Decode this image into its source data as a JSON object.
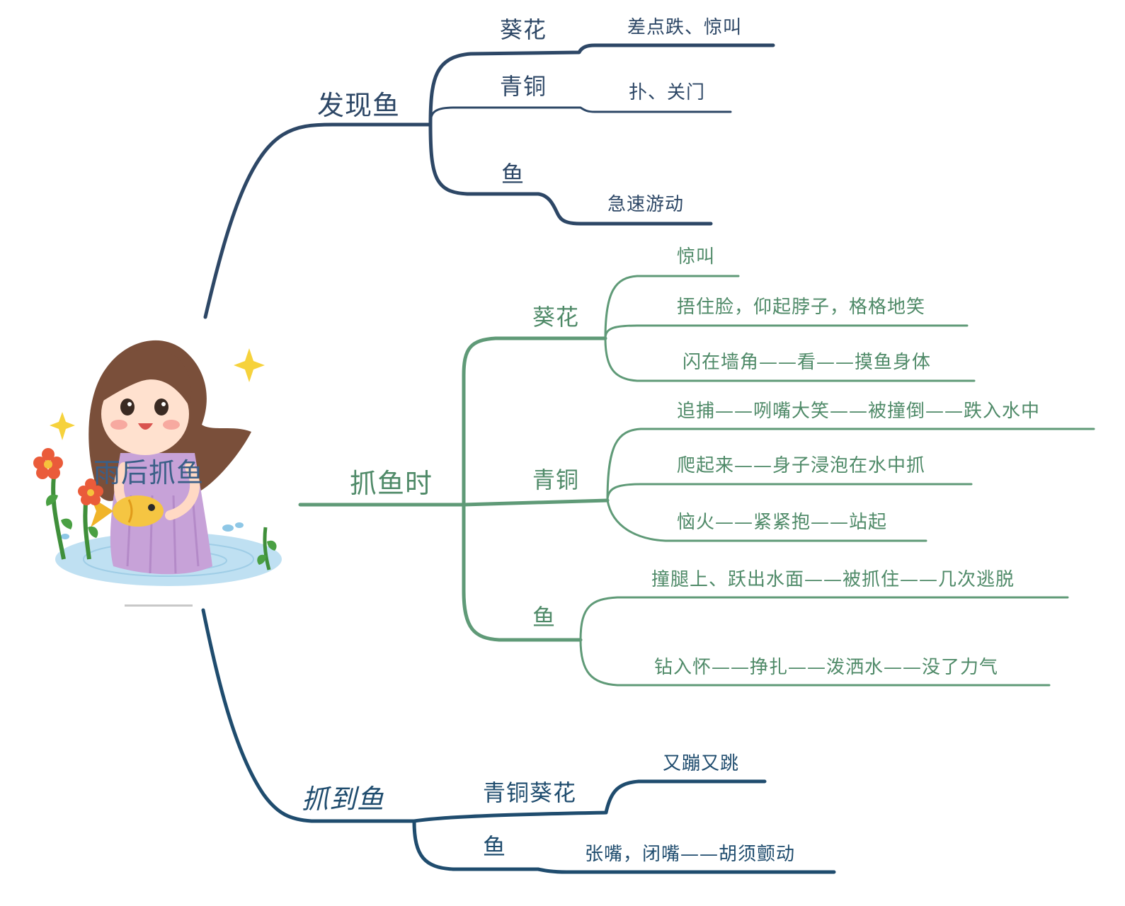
{
  "center": {
    "title": "雨后抓鱼"
  },
  "branches": [
    {
      "label": "发现鱼",
      "color": "#2d4766",
      "children": [
        {
          "label": "葵花",
          "leaves": [
            "差点跌、惊叫"
          ]
        },
        {
          "label": "青铜",
          "leaves": [
            "扑、关门"
          ]
        },
        {
          "label": "鱼",
          "leaves": [
            "急速游动"
          ]
        }
      ]
    },
    {
      "label": "抓鱼时",
      "color": "#5f9a77",
      "children": [
        {
          "label": "葵花",
          "leaves": [
            "惊叫",
            "捂住脸，仰起脖子，格格地笑",
            "闪在墙角——看——摸鱼身体"
          ]
        },
        {
          "label": "青铜",
          "leaves": [
            "追捕——咧嘴大笑——被撞倒——跌入水中",
            "爬起来——身子浸泡在水中抓",
            "恼火——紧紧抱——站起"
          ]
        },
        {
          "label": "鱼",
          "leaves": [
            "撞腿上、跃出水面——被抓住——几次逃脱",
            "钻入怀——挣扎——泼洒水——没了力气"
          ]
        }
      ]
    },
    {
      "label": "抓到鱼",
      "color": "#1f4c6e",
      "children": [
        {
          "label": "青铜葵花",
          "leaves": [
            "又蹦又跳"
          ]
        },
        {
          "label": "鱼",
          "leaves": [
            "张嘴，闭嘴——胡须颤动"
          ]
        }
      ]
    }
  ]
}
